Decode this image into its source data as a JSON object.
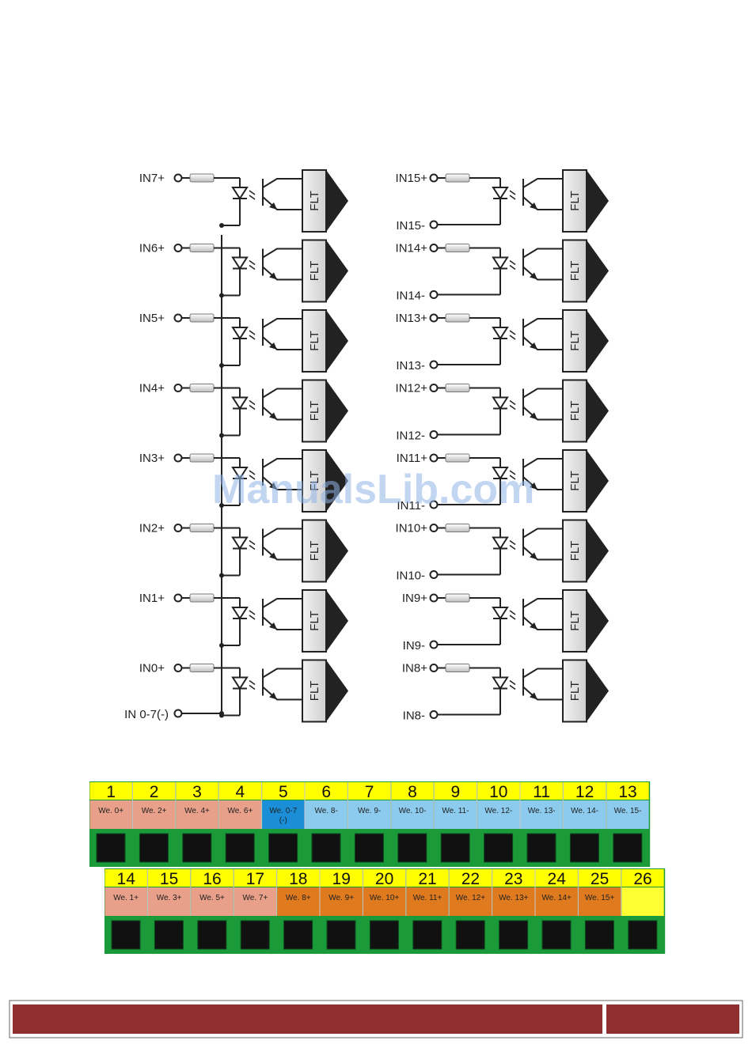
{
  "watermark": "ManualsLib.com",
  "circuit": {
    "flt_label": "FLT",
    "left_inputs": [
      "IN7+",
      "IN6+",
      "IN5+",
      "IN4+",
      "IN3+",
      "IN2+",
      "IN1+",
      "IN0+"
    ],
    "left_common": "IN 0-7(-)",
    "right_channels": [
      {
        "plus": "IN15+",
        "minus": "IN15-"
      },
      {
        "plus": "IN14+",
        "minus": "IN14-"
      },
      {
        "plus": "IN13+",
        "minus": "IN13-"
      },
      {
        "plus": "IN12+",
        "minus": "IN12-"
      },
      {
        "plus": "IN11+",
        "minus": "IN11-"
      },
      {
        "plus": "IN10+",
        "minus": "IN10-"
      },
      {
        "plus": "IN9+",
        "minus": "IN9-"
      },
      {
        "plus": "IN8+",
        "minus": "IN8-"
      }
    ]
  },
  "terminal_rows": [
    {
      "terminals": [
        {
          "number": "1",
          "label": "We. 0+",
          "color": "#e8a08a"
        },
        {
          "number": "2",
          "label": "We. 2+",
          "color": "#e8a08a"
        },
        {
          "number": "3",
          "label": "We. 4+",
          "color": "#e8a08a"
        },
        {
          "number": "4",
          "label": "We. 6+",
          "color": "#e8a08a"
        },
        {
          "number": "5",
          "label": "We. 0-7 (-)",
          "color": "#1a8fd8"
        },
        {
          "number": "6",
          "label": "We. 8-",
          "color": "#8ccaee"
        },
        {
          "number": "7",
          "label": "We. 9-",
          "color": "#8ccaee"
        },
        {
          "number": "8",
          "label": "We. 10-",
          "color": "#8ccaee"
        },
        {
          "number": "9",
          "label": "We. 11-",
          "color": "#8ccaee"
        },
        {
          "number": "10",
          "label": "We. 12-",
          "color": "#8ccaee"
        },
        {
          "number": "11",
          "label": "We. 13-",
          "color": "#8ccaee"
        },
        {
          "number": "12",
          "label": "We. 14-",
          "color": "#8ccaee"
        },
        {
          "number": "13",
          "label": "We. 15-",
          "color": "#8ccaee"
        }
      ]
    },
    {
      "terminals": [
        {
          "number": "14",
          "label": "We. 1+",
          "color": "#e8a08a"
        },
        {
          "number": "15",
          "label": "We. 3+",
          "color": "#e8a08a"
        },
        {
          "number": "16",
          "label": "We. 5+",
          "color": "#e8a08a"
        },
        {
          "number": "17",
          "label": "We. 7+",
          "color": "#e8a08a"
        },
        {
          "number": "18",
          "label": "We. 8+",
          "color": "#e07a1e"
        },
        {
          "number": "19",
          "label": "We. 9+",
          "color": "#e07a1e"
        },
        {
          "number": "20",
          "label": "We. 10+",
          "color": "#e07a1e"
        },
        {
          "number": "21",
          "label": "We. 11+",
          "color": "#e07a1e"
        },
        {
          "number": "22",
          "label": "We. 12+",
          "color": "#e07a1e"
        },
        {
          "number": "23",
          "label": "We. 13+",
          "color": "#e07a1e"
        },
        {
          "number": "24",
          "label": "We. 14+",
          "color": "#e07a1e"
        },
        {
          "number": "25",
          "label": "We. 15+",
          "color": "#e07a1e"
        },
        {
          "number": "26",
          "label": "",
          "color": "#ffff33"
        }
      ]
    }
  ],
  "colors": {
    "number_bar": "#ffff00",
    "terminal_body": "#1b9a3a",
    "terminal_hole": "#111111",
    "footer_bar": "#8f2f2f"
  }
}
